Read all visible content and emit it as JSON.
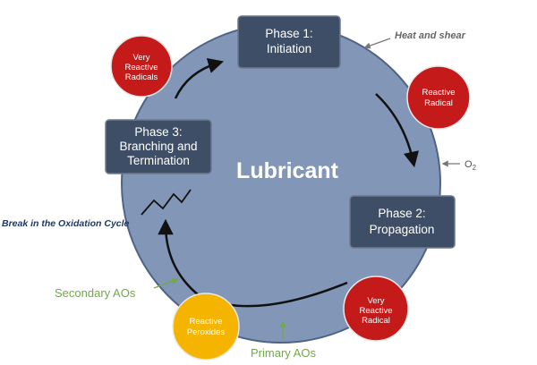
{
  "center": {
    "label": "Lubricant"
  },
  "phases": [
    {
      "lines": [
        "Phase 1:",
        "Initiation"
      ]
    },
    {
      "lines": [
        "Phase 2:",
        "Propagation"
      ]
    },
    {
      "lines": [
        "Phase 3:",
        "Branching and",
        "Termination"
      ]
    }
  ],
  "bubbles": [
    {
      "lines": [
        "Very",
        "Reactive",
        "Radicals"
      ]
    },
    {
      "lines": [
        "Reactive",
        "Radical"
      ]
    },
    {
      "lines": [
        "Very",
        "Reactive",
        "Radical"
      ]
    },
    {
      "lines": [
        "Reactive",
        "Peroxides"
      ]
    }
  ],
  "labels": {
    "heat_shear": "Heat and shear",
    "oxygen": "O",
    "oxygen_sub": "2",
    "break_cycle": "Break in the Oxidation Cycle",
    "secondary_aos": "Secondary AOs",
    "primary_aos": "Primary AOs"
  },
  "colors": {
    "circle_fill": "#8296b7",
    "circle_stroke": "#4f6386",
    "phase_box": "#3e4e66",
    "phase_box_stroke": "#6d7a8c",
    "bubble_red": "#c41a1a",
    "bubble_orange": "#f5b400",
    "ao_green": "#72a84a",
    "arrow": "#111111",
    "gray_label": "#666666",
    "break_label": "#1f3864"
  },
  "icons": {
    "arrow": "curved-arrow",
    "break": "zigzag-break"
  }
}
